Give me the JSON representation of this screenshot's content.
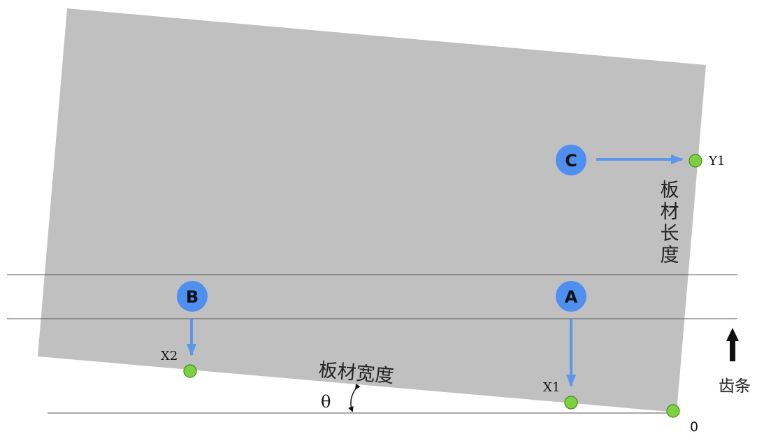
{
  "labels": {
    "circle_a": "A",
    "circle_b": "B",
    "circle_c": "C",
    "x1": "X1",
    "x2": "X2",
    "y1": "Y1",
    "origin": "0",
    "board_width": "板材宽度",
    "board_length_chars": [
      "板",
      "材",
      "长",
      "度"
    ],
    "theta": "θ",
    "rack": "齿条"
  },
  "colors": {
    "board_fill": "#c0c0c0",
    "circle_fill": "#4f8ff0",
    "arrow_color": "#5b97ea",
    "point_fill": "#7ed03e",
    "point_stroke": "#3a8a20",
    "line_color": "#555555",
    "rack_arrow": "#111111"
  },
  "icons": {
    "rack_arrow": "up-arrow-icon",
    "theta_arrow": "curved-double-arrow-icon"
  }
}
